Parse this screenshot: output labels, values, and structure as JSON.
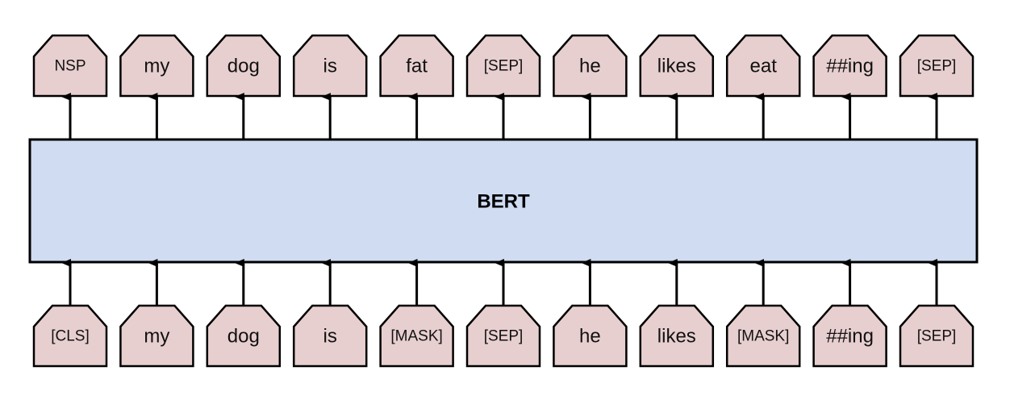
{
  "model": {
    "label": "BERT",
    "fill_color": "#cfdcf2",
    "stroke_color": "#000000"
  },
  "token_style": {
    "fill_color": "#e8cfcf",
    "stroke_color": "#000000"
  },
  "output_tokens": [
    "NSP",
    "my",
    "dog",
    "is",
    "fat",
    "[SEP]",
    "he",
    "likes",
    "eat",
    "##ing",
    "[SEP]"
  ],
  "input_tokens": [
    "[CLS]",
    "my",
    "dog",
    "is",
    "[MASK]",
    "[SEP]",
    "he",
    "likes",
    "[MASK]",
    "##ing",
    "[SEP]"
  ]
}
